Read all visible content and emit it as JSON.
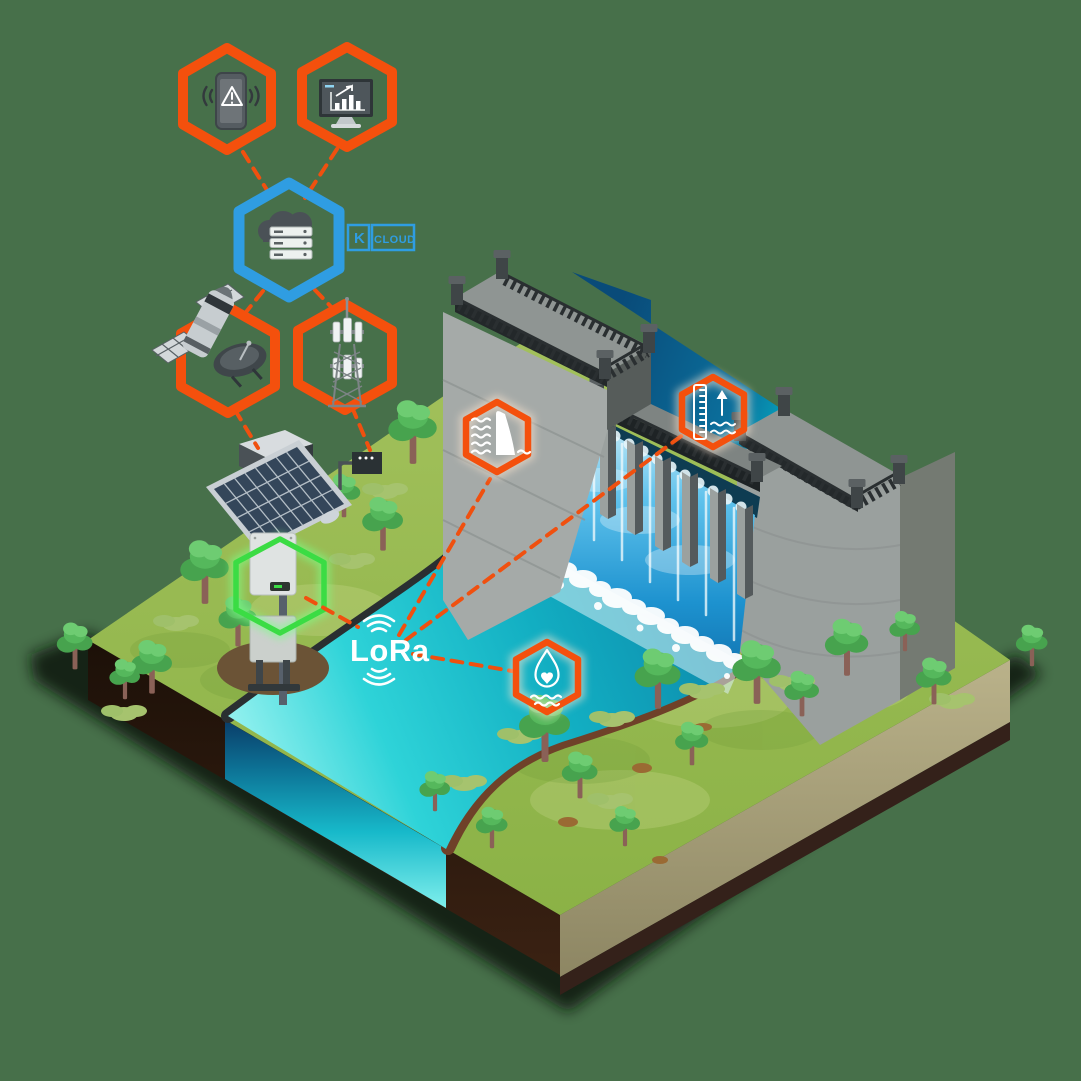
{
  "title": "dam-iot-lora-monitoring-illustration",
  "labels": {
    "cloud_k": "K",
    "cloud_name": "CLOUD",
    "lora": "LoRa"
  },
  "colors": {
    "background": "#47704A",
    "hexagon_orange": "#F4500D",
    "hexagon_blue": "#2F9DE2",
    "hexagon_green": "#3BDC44",
    "link_dashed_orange": "#F0500F",
    "reservoir_deep_blue": "#094B79",
    "water_cyan": "#00CBD5",
    "river_teal": "#14B5C6",
    "spillway_blue": "#47B5E8",
    "foam_white": "#FFFFFF",
    "grass_green": "#93B74D",
    "concrete_gray": "#9AA09E",
    "soil_tan": "#B7B089",
    "soil_dark_brown": "#2B1B10",
    "river_bank_brown": "#6F4129",
    "tree_green": "#55B85C"
  },
  "nodes": [
    {
      "id": "phone-alerts",
      "icon": "phone-alert-icon",
      "shape": "hexagon",
      "color": "#F4500D"
    },
    {
      "id": "dashboard-monitor",
      "icon": "monitor-chart-icon",
      "shape": "hexagon",
      "color": "#F4500D"
    },
    {
      "id": "cloud-server",
      "icon": "cloud-server-icon",
      "shape": "hexagon",
      "color": "#2F9DE2",
      "badge_k": "K",
      "badge_name": "CLOUD"
    },
    {
      "id": "satellite-link",
      "icon": "satellite-icon",
      "shape": "hexagon",
      "color": "#F4500D"
    },
    {
      "id": "cell-tower-link",
      "icon": "cell-tower-icon",
      "shape": "hexagon",
      "color": "#F4500D"
    },
    {
      "id": "gateway-station",
      "icon": "solar-panel-gateway-icon",
      "shape": "none"
    },
    {
      "id": "data-logger",
      "icon": "data-logger-icon",
      "shape": "hexagon",
      "color": "#3BDC44"
    },
    {
      "id": "lora-radio",
      "label": "LoRa",
      "icon": "lora-signal-icon",
      "shape": "none"
    },
    {
      "id": "dam-structure-sensor",
      "icon": "dam-icon",
      "shape": "hexagon",
      "color": "#F4500D"
    },
    {
      "id": "water-level-sensor",
      "icon": "water-level-gauge-icon",
      "shape": "hexagon",
      "color": "#F4500D"
    },
    {
      "id": "water-quality-sensor",
      "icon": "water-quality-droplet-icon",
      "shape": "hexagon",
      "color": "#F4500D"
    }
  ],
  "links": [
    [
      "phone-alerts",
      "cloud-server"
    ],
    [
      "dashboard-monitor",
      "cloud-server"
    ],
    [
      "cloud-server",
      "satellite-link"
    ],
    [
      "cloud-server",
      "cell-tower-link"
    ],
    [
      "satellite-link",
      "gateway-station"
    ],
    [
      "cell-tower-link",
      "gateway-station"
    ],
    [
      "data-logger",
      "lora-radio"
    ],
    [
      "lora-radio",
      "dam-structure-sensor"
    ],
    [
      "lora-radio",
      "water-level-sensor"
    ],
    [
      "lora-radio",
      "water-quality-sensor"
    ]
  ],
  "scene": {
    "elements": [
      "dam",
      "spillway",
      "reservoir",
      "river",
      "grass-island",
      "trees",
      "solar-telemetry-station"
    ]
  }
}
